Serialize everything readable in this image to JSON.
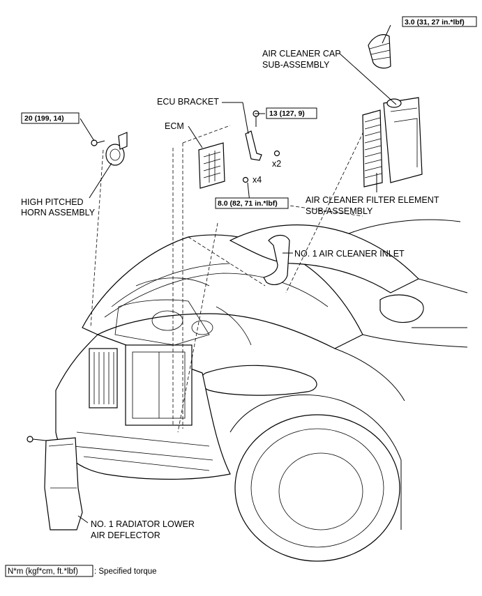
{
  "labels": {
    "air_cleaner_cap_line1": "AIR CLEANER CAP",
    "air_cleaner_cap_line2": "SUB-ASSEMBLY",
    "ecu_bracket": "ECU BRACKET",
    "ecm": "ECM",
    "horn_line1": "HIGH PITCHED",
    "horn_line2": "HORN ASSEMBLY",
    "filter_line1": "AIR CLEANER FILTER ELEMENT",
    "filter_line2": "SUB-ASSEMBLY",
    "inlet": "NO. 1 AIR CLEANER INLET",
    "deflector_line1": "NO. 1 RADIATOR LOWER",
    "deflector_line2": "AIR DEFLECTOR"
  },
  "torques": {
    "cap_clamp": "3.0 (31, 27 in.*lbf)",
    "ecu_bracket_bolt": "13 (127, 9)",
    "horn_bolt": "20 (199, 14)",
    "ecm_bolt": "8.0 (82, 71 in.*lbf)"
  },
  "quantities": {
    "bracket_bolts": "x2",
    "ecm_bolts": "x4"
  },
  "legend": {
    "unit_box": "N*m (kgf*cm, ft.*lbf)",
    "text": ": Specified torque"
  }
}
